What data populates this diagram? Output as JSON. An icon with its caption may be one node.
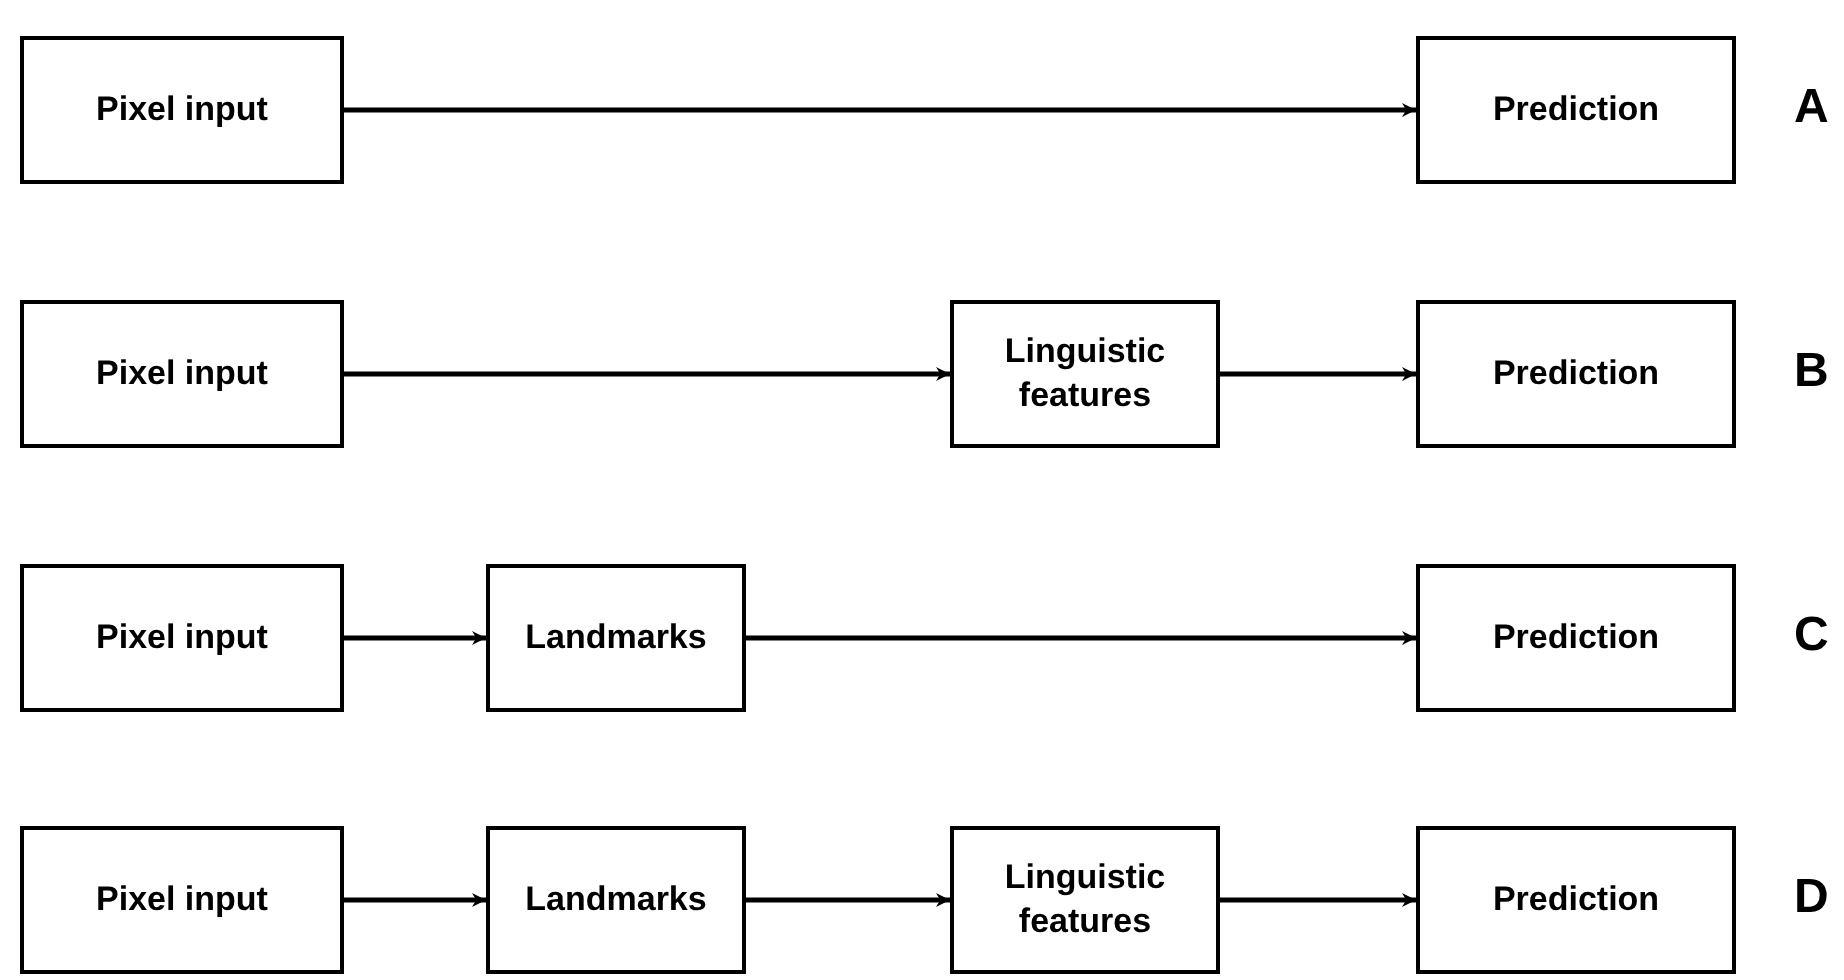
{
  "diagram": {
    "nodes": [
      {
        "text": [
          "Pixel input"
        ]
      },
      {
        "text": [
          "Prediction"
        ]
      },
      {
        "text": [
          "Pixel input"
        ]
      },
      {
        "text": [
          "Linguistic features"
        ]
      },
      {
        "text": [
          "Prediction"
        ]
      },
      {
        "text": [
          "Pixel input"
        ]
      },
      {
        "text": [
          "Landmarks"
        ]
      },
      {
        "text": [
          "Prediction"
        ]
      },
      {
        "text": [
          "Pixel input"
        ]
      },
      {
        "text": [
          "Landmarks"
        ]
      },
      {
        "text": [
          "Linguistic features"
        ]
      },
      {
        "text": [
          "Prediction"
        ]
      }
    ],
    "edges": [
      {
        "from": 0,
        "to": 1,
        "arrow": "to"
      },
      {
        "from": 2,
        "to": 3,
        "arrow": "to"
      },
      {
        "from": 3,
        "to": 4,
        "arrow": "to"
      },
      {
        "from": 5,
        "to": 6,
        "arrow": "to"
      },
      {
        "from": 6,
        "to": 7,
        "arrow": "to"
      },
      {
        "from": 8,
        "to": 9,
        "arrow": "to"
      },
      {
        "from": 9,
        "to": 10,
        "arrow": "to"
      },
      {
        "from": 10,
        "to": 11,
        "arrow": "to"
      }
    ],
    "labels": [
      "A",
      "B",
      "C",
      "D"
    ]
  }
}
